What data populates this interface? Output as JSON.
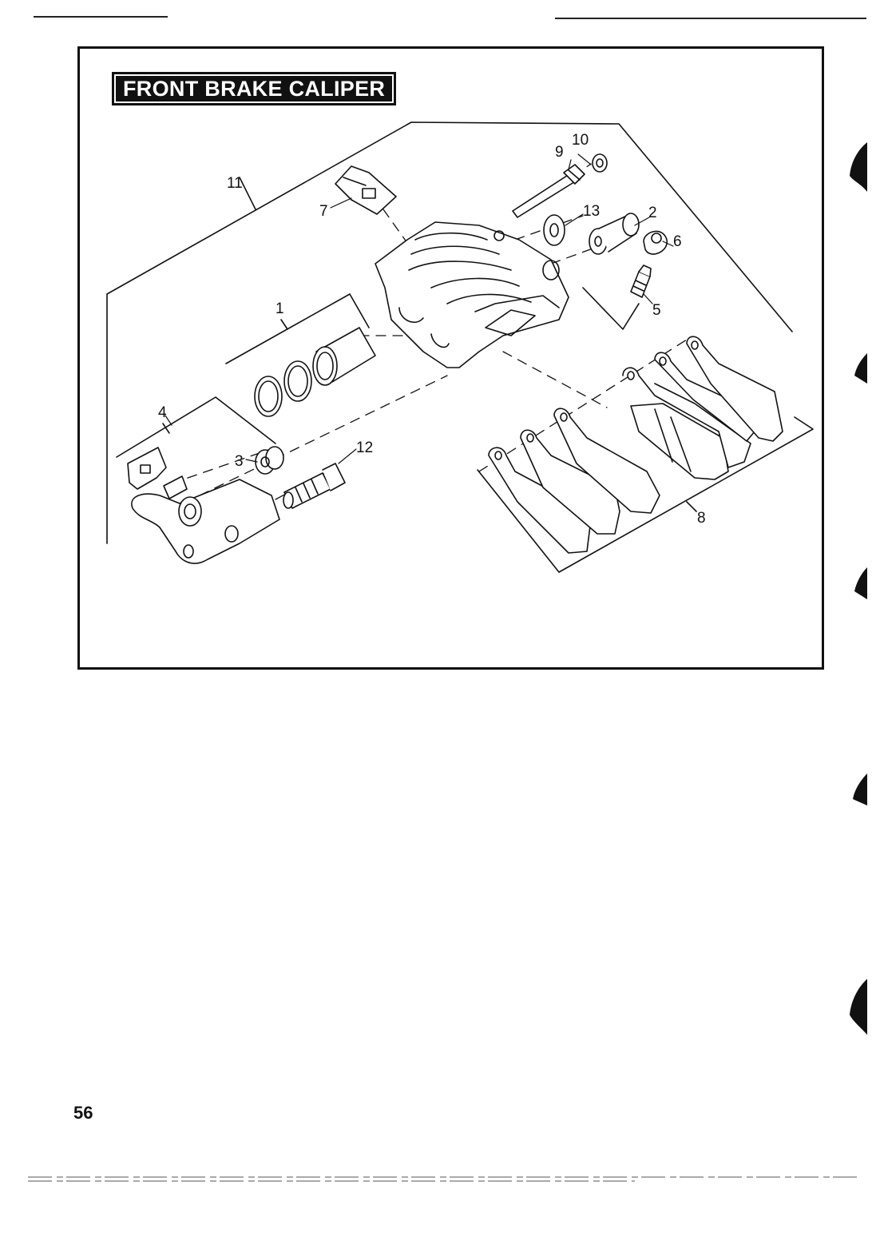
{
  "diagram": {
    "title": "FRONT BRAKE CALIPER",
    "callouts": [
      {
        "id": "c1",
        "label": "1"
      },
      {
        "id": "c2",
        "label": "2"
      },
      {
        "id": "c3",
        "label": "3"
      },
      {
        "id": "c4",
        "label": "4"
      },
      {
        "id": "c5",
        "label": "5"
      },
      {
        "id": "c6",
        "label": "6"
      },
      {
        "id": "c7",
        "label": "7"
      },
      {
        "id": "c8",
        "label": "8"
      },
      {
        "id": "c9",
        "label": "9"
      },
      {
        "id": "c10",
        "label": "10"
      },
      {
        "id": "c11",
        "label": "11"
      },
      {
        "id": "c12",
        "label": "12"
      },
      {
        "id": "c13",
        "label": "13"
      }
    ]
  },
  "page": {
    "number": "56"
  }
}
